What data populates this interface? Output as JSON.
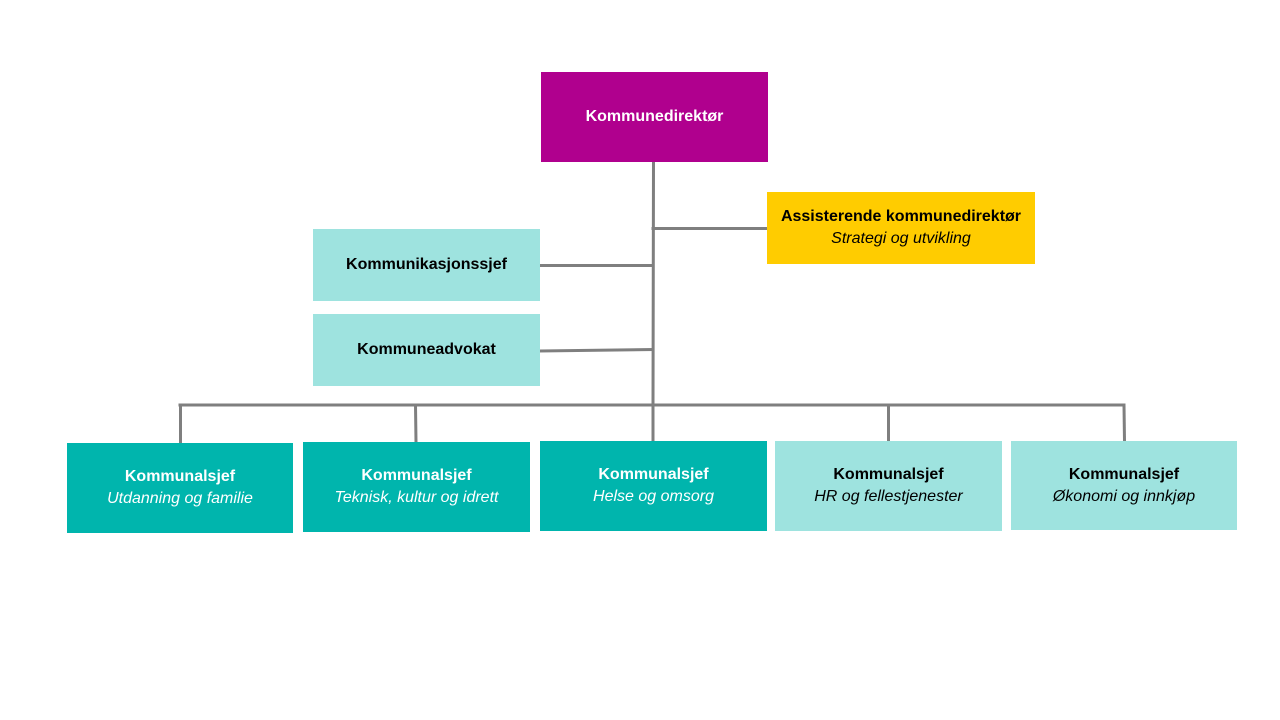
{
  "colors": {
    "director": "#B0008E",
    "assistant": "#FFCC00",
    "dark_teal": "#00B5AD",
    "light_teal": "#9EE3DF",
    "connector": "#7F7F7F",
    "text_dark": "#000000",
    "text_light": "#FFFFFF"
  },
  "nodes": {
    "director": {
      "title": "Kommunedirektør",
      "subtitle": ""
    },
    "assistant": {
      "title": "Assisterende kommunedirektør",
      "subtitle": "Strategi og utvikling"
    },
    "communication": {
      "title": "Kommunikasjonssjef",
      "subtitle": ""
    },
    "lawyer": {
      "title": "Kommuneadvokat",
      "subtitle": ""
    },
    "education": {
      "title": "Kommunalsjef",
      "subtitle": "Utdanning og familie"
    },
    "technical": {
      "title": "Kommunalsjef",
      "subtitle": "Teknisk, kultur og idrett"
    },
    "health": {
      "title": "Kommunalsjef",
      "subtitle": "Helse og omsorg"
    },
    "hr": {
      "title": "Kommunalsjef",
      "subtitle": "HR og fellestjenester"
    },
    "economy": {
      "title": "Kommunalsjef",
      "subtitle": "Økonomi og innkjøp"
    }
  }
}
